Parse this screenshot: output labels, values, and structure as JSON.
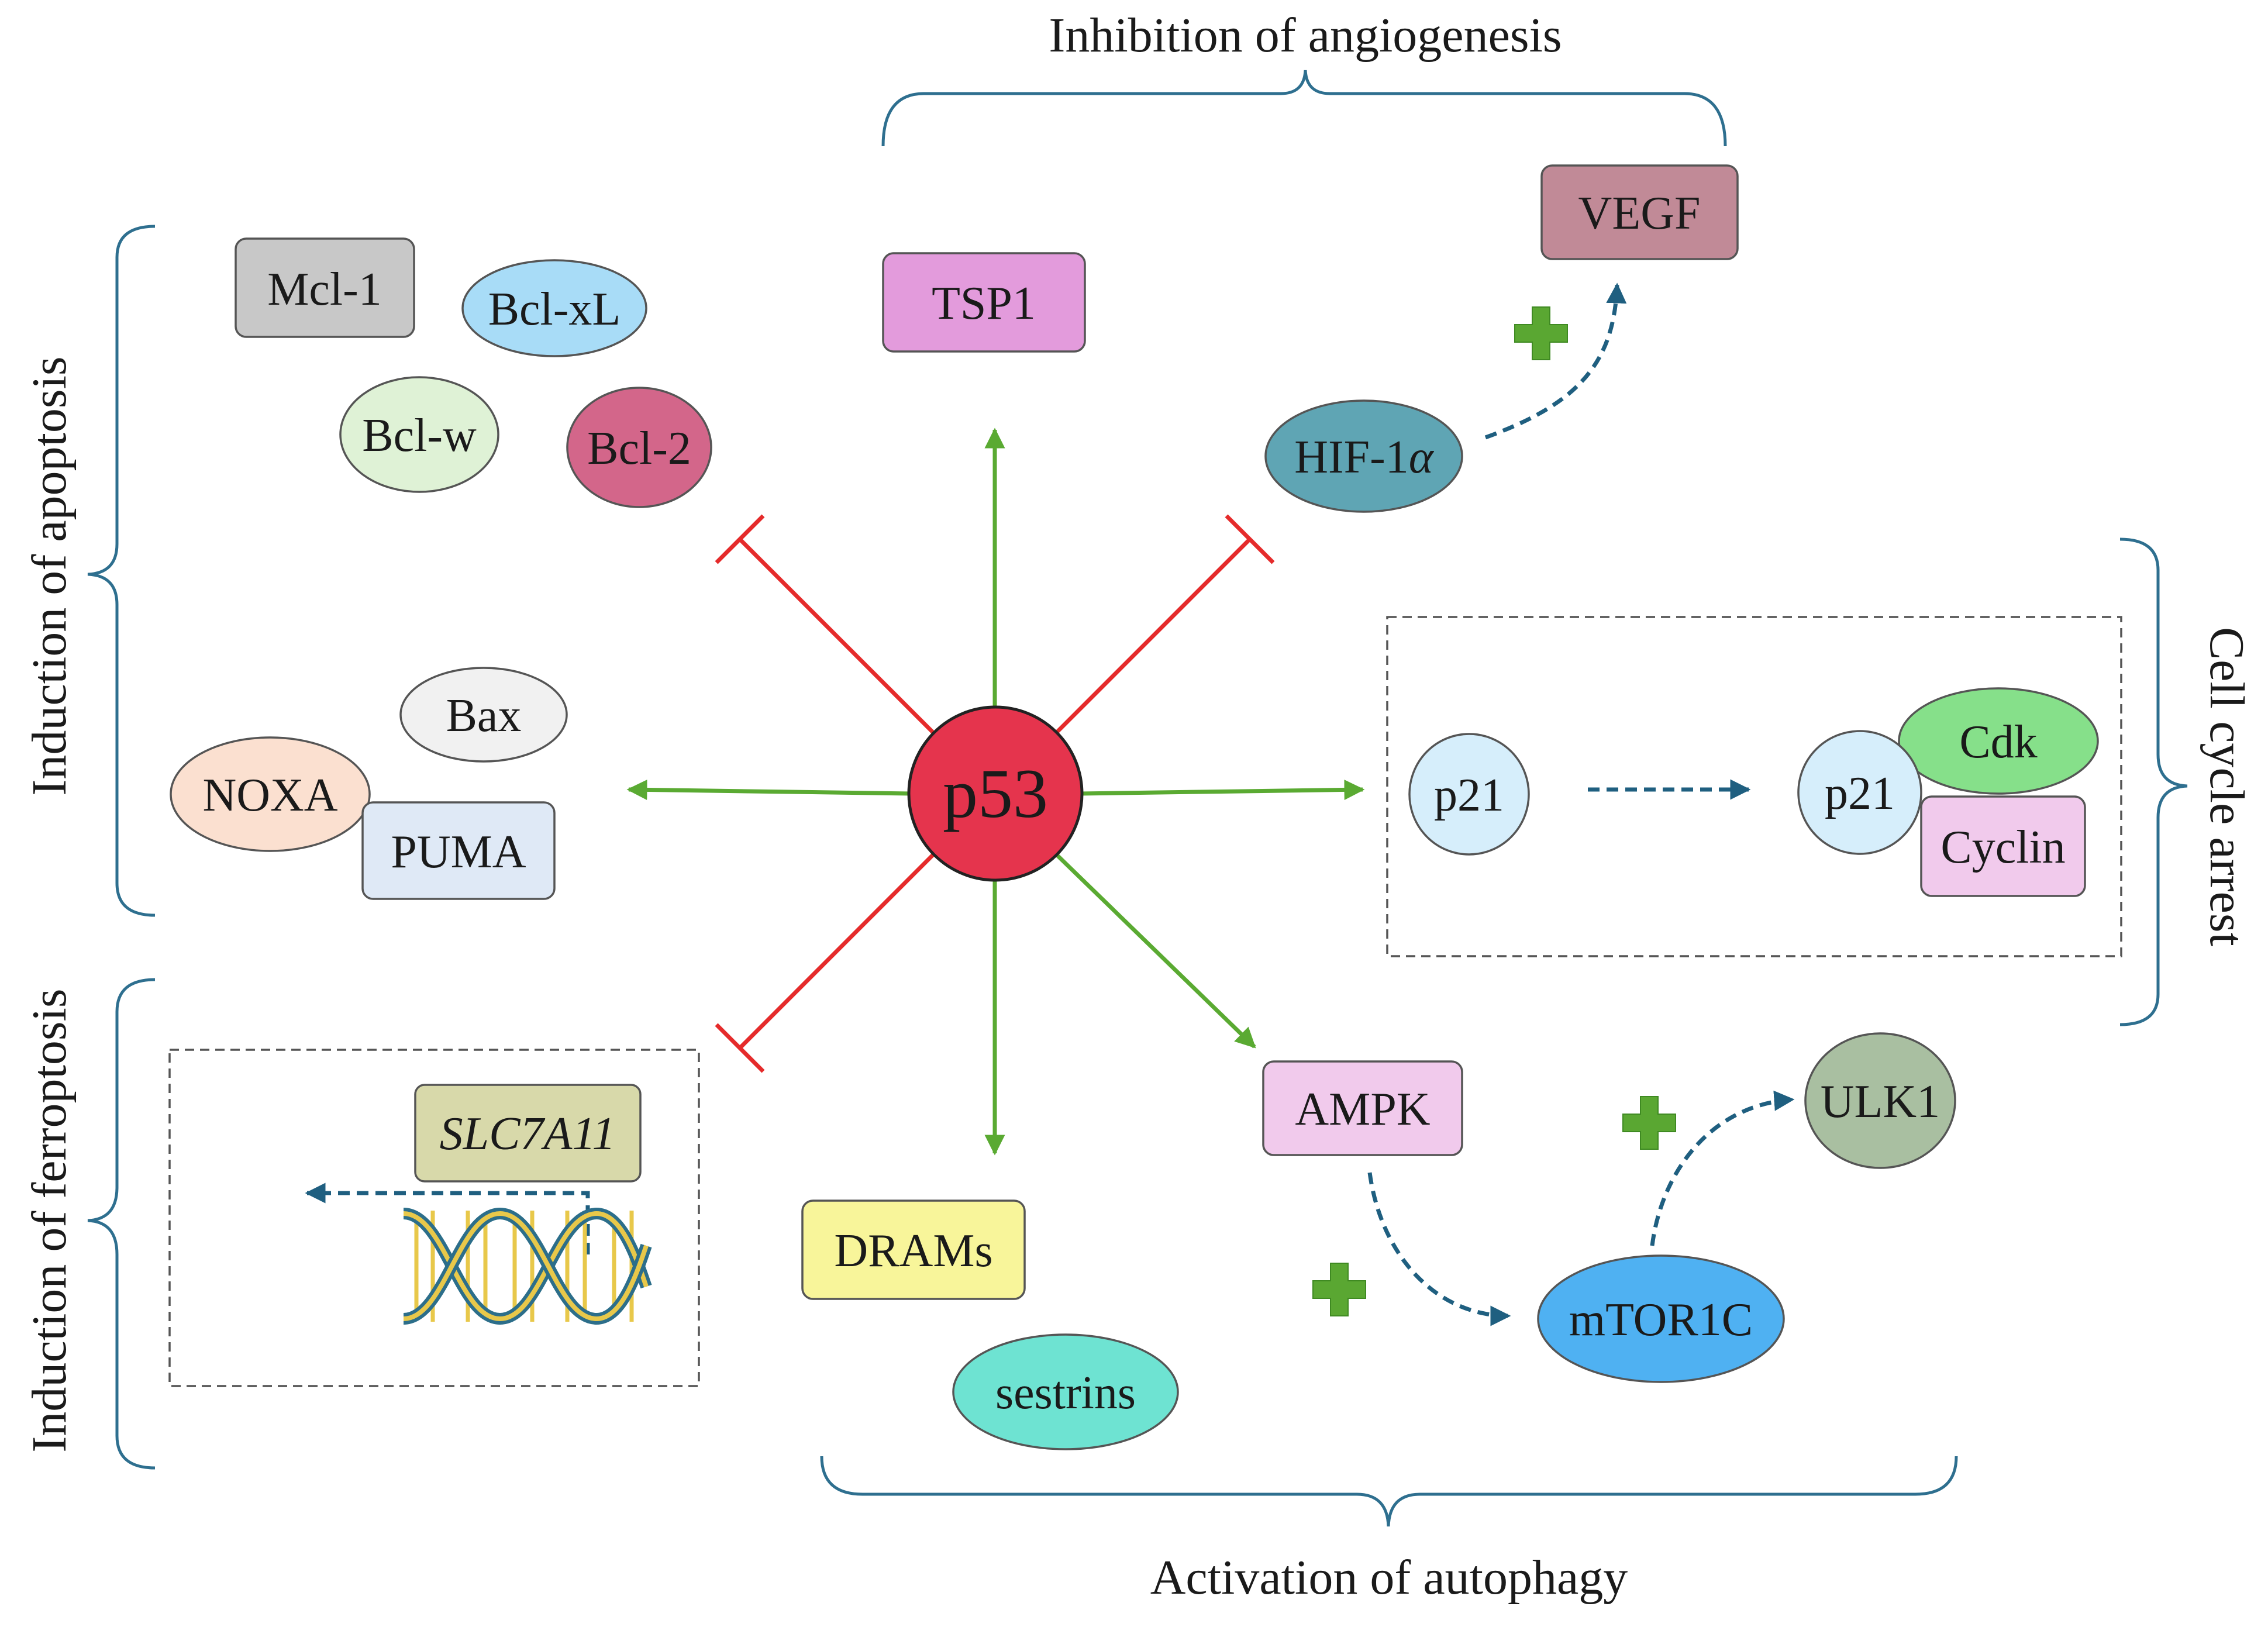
{
  "groups": {
    "angiogenesis": "Inhibition of angiogenesis",
    "apoptosis": "Induction of apoptosis",
    "cell_cycle": "Cell cycle arrest",
    "ferroptosis": "Induction of ferroptosis",
    "autophagy": "Activation of autophagy"
  },
  "center": {
    "label": "p53",
    "color": "#e5344d"
  },
  "nodes": {
    "mcl1": {
      "label": "Mcl-1",
      "color": "#c8c8c8"
    },
    "bclxl": {
      "label": "Bcl-xL",
      "color": "#a8dcf7"
    },
    "bclw": {
      "label": "Bcl-w",
      "color": "#dff2d6"
    },
    "bcl2": {
      "label": "Bcl-2",
      "color": "#d3668a"
    },
    "noxa": {
      "label": "NOXA",
      "color": "#fbe0d0"
    },
    "bax": {
      "label": "Bax",
      "color": "#f1f1f1"
    },
    "puma": {
      "label": "PUMA",
      "color": "#dfe9f6"
    },
    "tsp1": {
      "label": "TSP1",
      "color": "#e39bdc"
    },
    "vegf": {
      "label": "VEGF",
      "color": "#c18a97"
    },
    "hif1a": {
      "label": "HIF-1",
      "alpha": "α",
      "color": "#5fa5b4"
    },
    "p21_left": {
      "label": "p21",
      "color": "#d6eefb"
    },
    "p21_right": {
      "label": "p21",
      "color": "#d6eefb"
    },
    "cdk": {
      "label": "Cdk",
      "color": "#86e08a"
    },
    "cyclin": {
      "label": "Cyclin",
      "color": "#f1caec"
    },
    "slc7a11": {
      "label": "SLC7A11",
      "color": "#d8d9aa"
    },
    "dna": {
      "strand_color": "#2c6e8a",
      "rung_color": "#e8c84a"
    },
    "drams": {
      "label": "DRAMs",
      "color": "#f8f59a"
    },
    "sestrins": {
      "label": "sestrins",
      "color": "#6ee3d2"
    },
    "ampk": {
      "label": "AMPK",
      "color": "#f1caec"
    },
    "mtor1c": {
      "label": "mTOR1C",
      "color": "#4fb1f2"
    },
    "ulk1": {
      "label": "ULK1",
      "color": "#a9bfa1"
    }
  },
  "colors": {
    "activation": "#5aaa32",
    "inhibition": "#e52b2b",
    "dashed_link": "#1f5f80",
    "plus": "#5aa732",
    "brace": "#2e6f8f"
  }
}
